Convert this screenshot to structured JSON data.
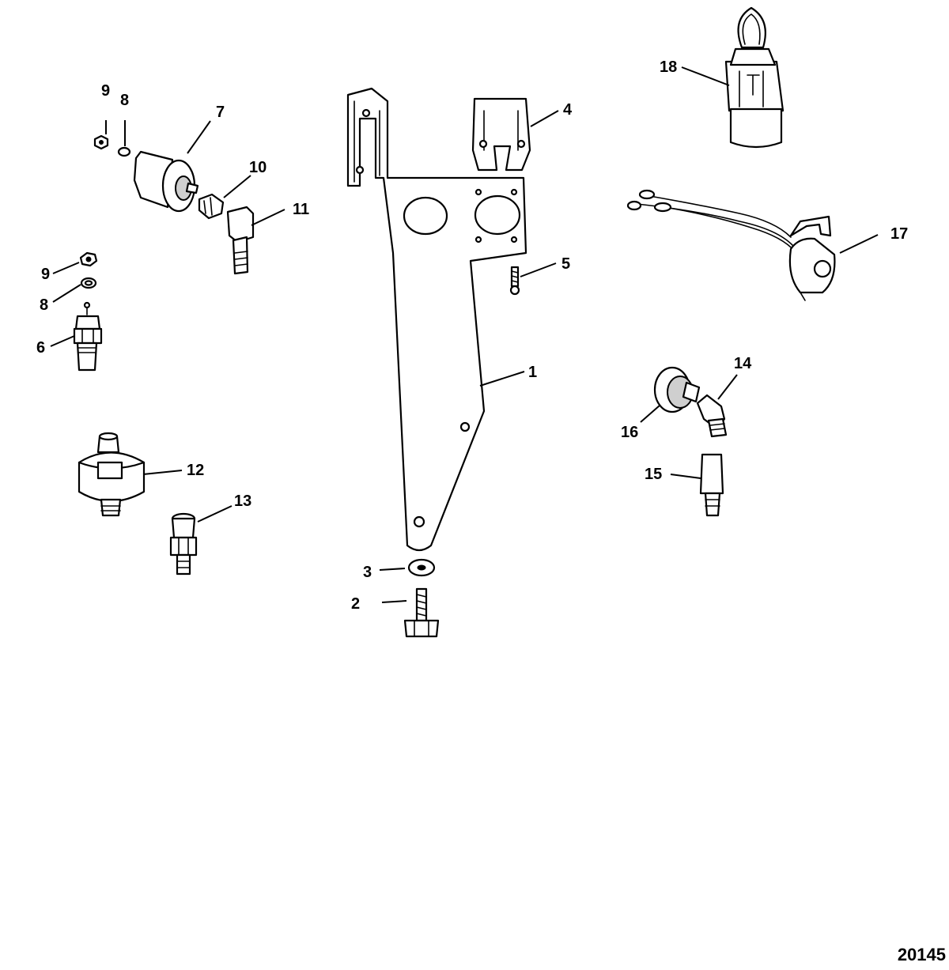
{
  "figure": {
    "number": "20145"
  },
  "callouts": {
    "c1": "1",
    "c2": "2",
    "c3": "3",
    "c4": "4",
    "c5": "5",
    "c6": "6",
    "c7": "7",
    "c8a": "8",
    "c8b": "8",
    "c9a": "9",
    "c9b": "9",
    "c10": "10",
    "c11": "11",
    "c12": "12",
    "c13": "13",
    "c14": "14",
    "c15": "15",
    "c16": "16",
    "c17": "17",
    "c18": "18"
  }
}
